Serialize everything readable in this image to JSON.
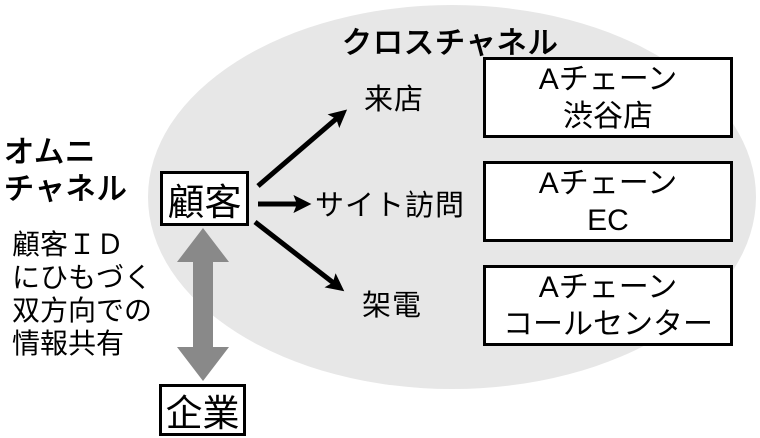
{
  "colors": {
    "ellipse_fill": "#e7e7e7",
    "double_arrow": "#898989",
    "arrow": "#000000",
    "box_border": "#000000",
    "box_fill": "#ffffff",
    "text": "#000000"
  },
  "labels": {
    "omni_channel": "オムニ\nチャネル",
    "cross_channel": "クロスチャネル",
    "customer": "顧客",
    "company": "企業",
    "id_note": "顧客ＩＤ\nにひもづく\n双方向での\n情報共有"
  },
  "channels": [
    {
      "action": "来店",
      "target": "Aチェーン\n渋谷店"
    },
    {
      "action": "サイト訪問",
      "target": "Aチェーン\nEC"
    },
    {
      "action": "架電",
      "target": "Aチェーン\nコールセンター"
    }
  ]
}
